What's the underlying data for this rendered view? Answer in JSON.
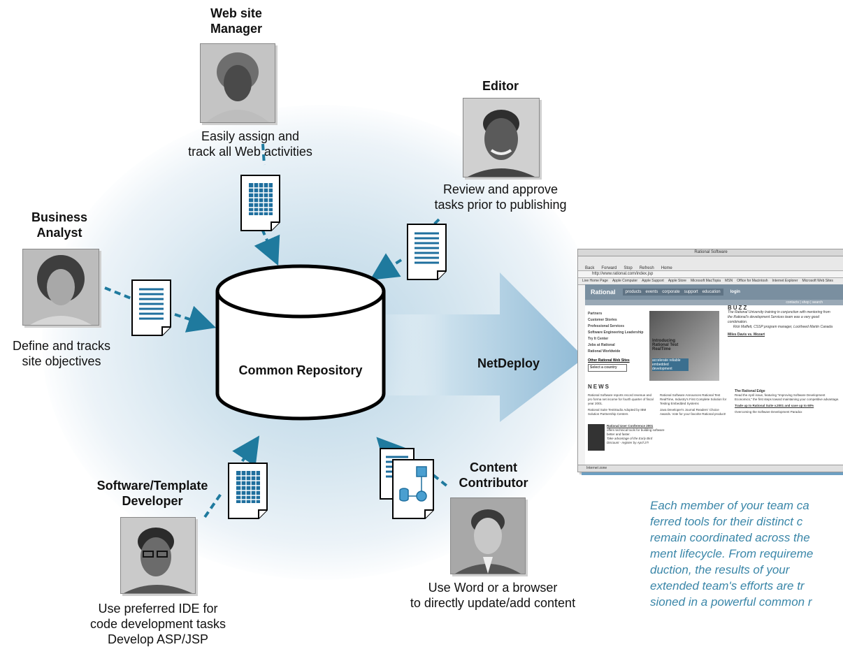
{
  "roles": {
    "web_manager": {
      "title_line1": "Web site",
      "title_line2": "Manager",
      "desc_line1": "Easily assign and",
      "desc_line2": "track all Web activities"
    },
    "editor": {
      "title": "Editor",
      "desc_line1": "Review and approve",
      "desc_line2": "tasks prior to publishing"
    },
    "business_analyst": {
      "title_line1": "Business",
      "title_line2": "Analyst",
      "desc_line1": "Define and tracks",
      "desc_line2": "site objectives"
    },
    "developer": {
      "title_line1": "Software/Template",
      "title_line2": "Developer",
      "desc_line1": "Use preferred IDE for",
      "desc_line2": "code development tasks",
      "desc_line3": "Develop ASP/JSP"
    },
    "contributor": {
      "title_line1": "Content",
      "title_line2": "Contributor",
      "desc_line1": "Use Word or a browser",
      "desc_line2": "to directly update/add content"
    }
  },
  "repository": {
    "label": "Common Repository"
  },
  "deploy": {
    "label": "NetDeploy"
  },
  "caption": {
    "line1": "Each member of your team ca",
    "line2": "ferred tools for their distinct c",
    "line3": "remain coordinated across the",
    "line4": "ment lifecycle. From requireme",
    "line5": "duction, the results of your",
    "line6": "extended team's efforts are tr",
    "line7": "sioned in a powerful common r"
  },
  "browser": {
    "window_title": "Rational Software",
    "address": "http://www.rational.com/index.jsp",
    "toolbar": [
      "Back",
      "Forward",
      "Stop",
      "Refresh",
      "Home"
    ],
    "favorites": [
      "Live Home Page",
      "Apple Computer",
      "Apple Support",
      "Apple Store",
      "Microsoft MacTopia",
      "MSN",
      "Office for Macintosh",
      "Internet Explorer",
      "Microsoft Web Sites"
    ],
    "logo": "Rational",
    "nav": [
      "products",
      "events",
      "corporate",
      "support",
      "education"
    ],
    "login": "login",
    "contacts": "contacts | shop | search",
    "left_links": [
      "Partners",
      "Customer Stories",
      "Professional Services",
      "Software Engineering Leadership",
      "Try It Center",
      "Jobs at Rational",
      "Rational Worldwide"
    ],
    "other_sites": "Other Rational Web Sites",
    "select_country": "Select a country",
    "hero_text": "Introducing Rational Test RealTime",
    "hero_sub": "accelerate reliable embedded development",
    "buzz_title": "BUZZ",
    "buzz_quote": "The Rational University training in conjunction with mentoring from the Rational's development Services team was a very good combination.",
    "buzz_author": "Rick Maffett, CSSP program manager, Lockheed Martin Canada",
    "buzz_link": "Miles Davis vs. Mozart",
    "news_title": "NEWS",
    "news_items": [
      "Rational Software reports record revenue and pro forma net income for fourth quarter of fiscal year 2001.",
      "Rational Software Announces Rational Test RealTime, Industry's First Complete Solution for Testing Embedded Systems",
      "Rational Suite TestStudio Adopted by IBM Solution Partnership Centers",
      "Java Developer's Journal Readers' Choice Awards. Vote for your favorite Rational product!"
    ],
    "edge_title": "The Rational Edge",
    "edge_text": "Read the April issue, featuring \"Improving Software Development Economics,\" the first steps toward maintaining your competitive advantage.",
    "edge_link": "Trade up to Rational Suite v.2001 and save up to 60%",
    "edge_text2": "Overcoming the Software Development Paradox",
    "conf_title": "Rational User Conference 2001",
    "conf_text": "offers technical tools for building software better and faster.",
    "conf_link": "Take advantage of the Early Bird Discount - register by April 27!",
    "status": "Internet zone"
  }
}
